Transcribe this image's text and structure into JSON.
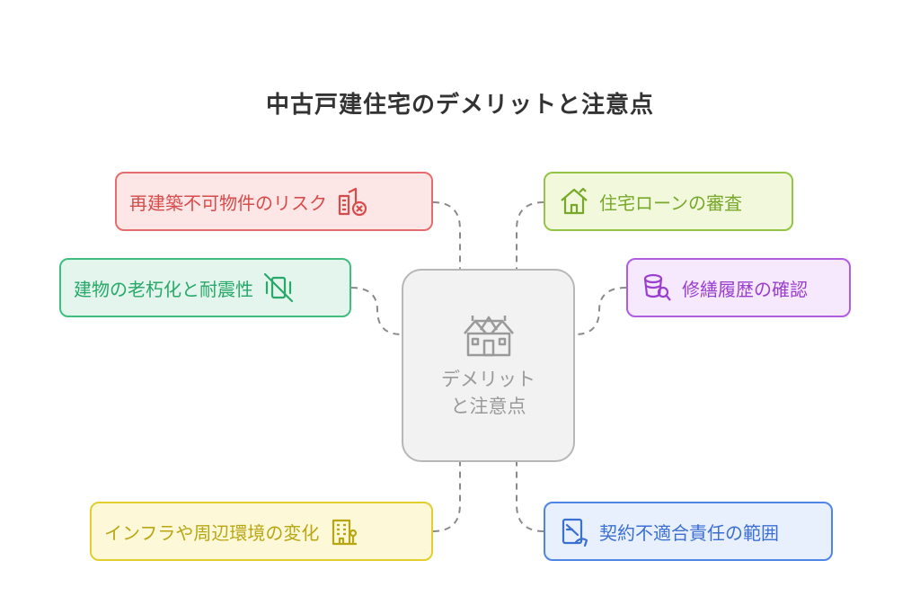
{
  "title": "中古戸建住宅のデメリットと注意点",
  "center": {
    "line1": "デメリット",
    "line2": "と注意点",
    "icon": "house-icon"
  },
  "items": {
    "rebuild": {
      "label": "再建築不可物件のリスク",
      "icon": "building-ban-icon",
      "color": "#e56d6d"
    },
    "aging": {
      "label": "建物の老朽化と耐震性",
      "icon": "shake-off-icon",
      "color": "#3fbf7f"
    },
    "infra": {
      "label": "インフラや周辺環境の変化",
      "icon": "city-building-icon",
      "color": "#e2cf2e"
    },
    "loan": {
      "label": "住宅ローンの審査",
      "icon": "home-check-icon",
      "color": "#95c546"
    },
    "repair": {
      "label": "修繕履歴の確認",
      "icon": "inspect-icon",
      "color": "#b15de0"
    },
    "liability": {
      "label": "契約不適合責任の範囲",
      "icon": "contract-icon",
      "color": "#4f86e6"
    }
  }
}
